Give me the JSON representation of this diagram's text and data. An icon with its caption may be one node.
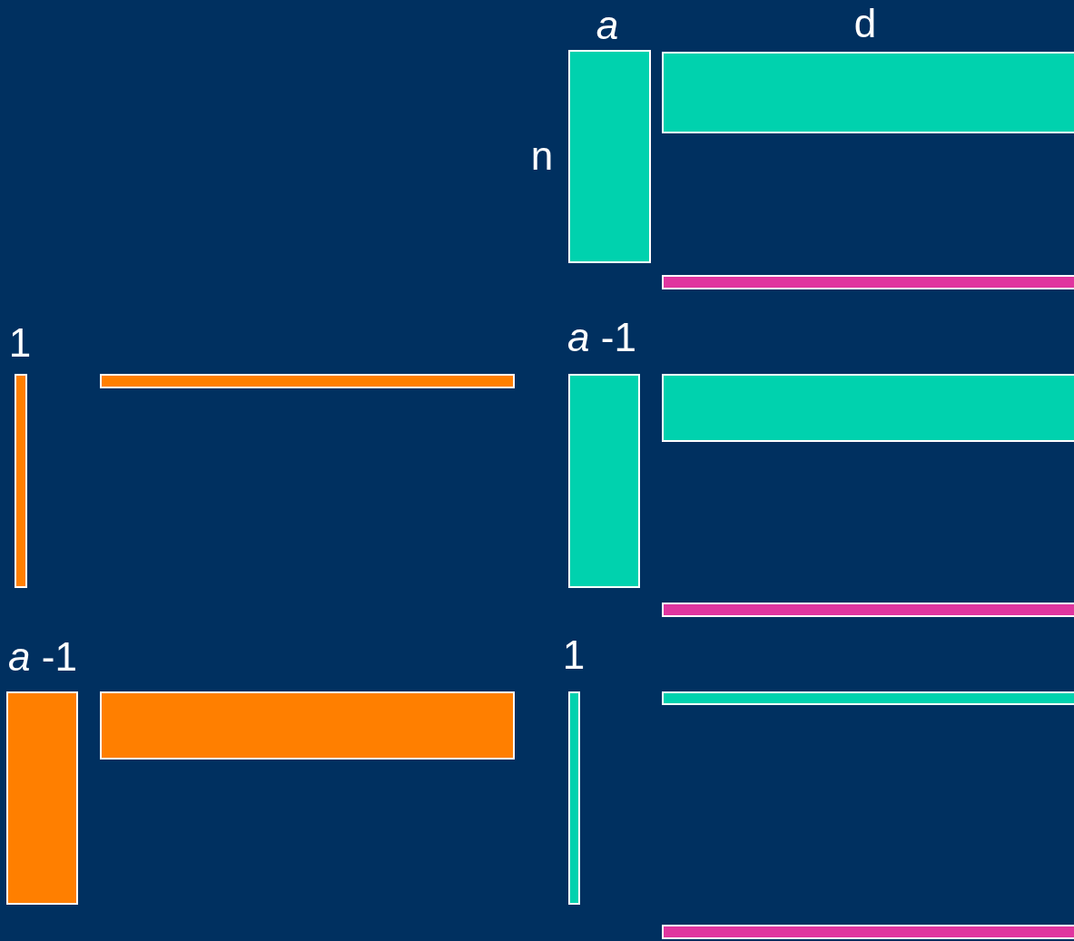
{
  "diagram": {
    "labels": [
      "a",
      "d",
      "n",
      "1",
      "*a* -1",
      "*a* -1",
      "1"
    ]
  }
}
